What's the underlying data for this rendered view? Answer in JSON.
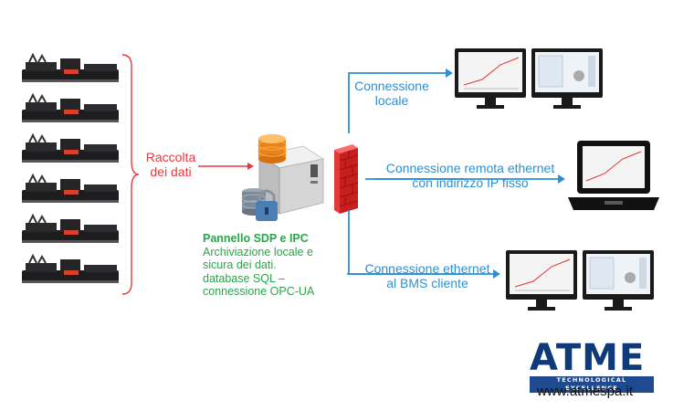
{
  "left": {
    "machines_count": 6,
    "collect_label_line1": "Raccolta",
    "collect_label_line2": "dei dati"
  },
  "server": {
    "title": "Pannello SDP e IPC",
    "line1": "Archiviazione locale e",
    "line2": "sicura dei dati.",
    "line3": "database SQL –",
    "line4": "connessione OPC-UA"
  },
  "connections": [
    {
      "line1": "Connessione",
      "line2": "locale"
    },
    {
      "line1": "Connessione remota ethernet",
      "line2": "con indirizzo IP fisso"
    },
    {
      "line1": "Connessione ethernet",
      "line2": "al BMS cliente"
    }
  ],
  "brand": {
    "logo": "ATME",
    "tagline": "TECHNOLOGICAL EXCELLENCE",
    "url": "www.atmespa.it"
  },
  "colors": {
    "red": "#e8383b",
    "blue": "#2f8fcf",
    "green": "#2aa54a",
    "navy": "#0e3a7a"
  },
  "icons": [
    "machine-icon",
    "server-icon",
    "database-icon",
    "padlock-icon",
    "firewall-icon",
    "monitor-icon",
    "laptop-icon"
  ]
}
